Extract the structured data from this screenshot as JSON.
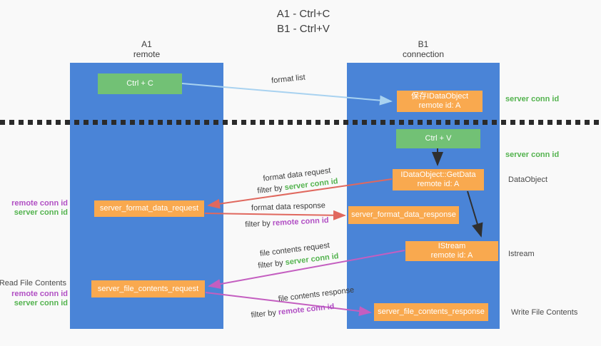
{
  "title": {
    "line1": "A1 - Ctrl+C",
    "line2": "B1 - Ctrl+V"
  },
  "columns": {
    "left": {
      "id": "A1",
      "subtitle": "remote"
    },
    "right": {
      "id": "B1",
      "subtitle": "connection"
    }
  },
  "boxes": {
    "ctrl_c": "Ctrl + C",
    "ctrl_v": "Ctrl + V",
    "save_dataobject_line1": "保存IDataObject",
    "save_dataobject_line2": "remote id: A",
    "getdata_line1": "IDataObject::GetData",
    "getdata_line2": "remote id: A",
    "istream_line1": "IStream",
    "istream_line2": "remote id: A",
    "format_request": "server_format_data_request",
    "format_response": "server_format_data_response",
    "file_request": "server_file_contents_request",
    "file_response": "server_file_contents_response"
  },
  "flow_labels": {
    "format_list": "format list",
    "format_data_request": "format data request",
    "format_data_response": "format data response",
    "file_contents_request": "file contents request",
    "file_contents_response": "file contents response",
    "filter_by": "filter by ",
    "server_conn_id": "server conn id",
    "remote_conn_id": "remote conn id"
  },
  "side_labels": {
    "right_server_conn_id_top": "server conn id",
    "right_server_conn_id_mid": "server conn id",
    "right_dataobject": "DataObject",
    "right_istream": "Istream",
    "right_write_file_contents": "Write File Contents",
    "left_remote_conn_id_top": "remote conn id",
    "left_server_conn_id_top": "server conn id",
    "left_read_file_contents": "Read File Contents",
    "left_remote_conn_id_bottom": "remote conn id",
    "left_server_conn_id_bottom": "server conn id"
  },
  "colors": {
    "background": "#f9f9f9",
    "column_blue": "#4a84d7",
    "box_green": "#72c175",
    "box_orange": "#f9a94f",
    "arrow_light_blue": "#a8d2f0",
    "arrow_red": "#e0685e",
    "arrow_magenta": "#c45ec0",
    "arrow_black": "#2f2f2f",
    "text_green": "#53b34e",
    "text_purple": "#b14fc4",
    "text_dark": "#3c3c3c"
  }
}
